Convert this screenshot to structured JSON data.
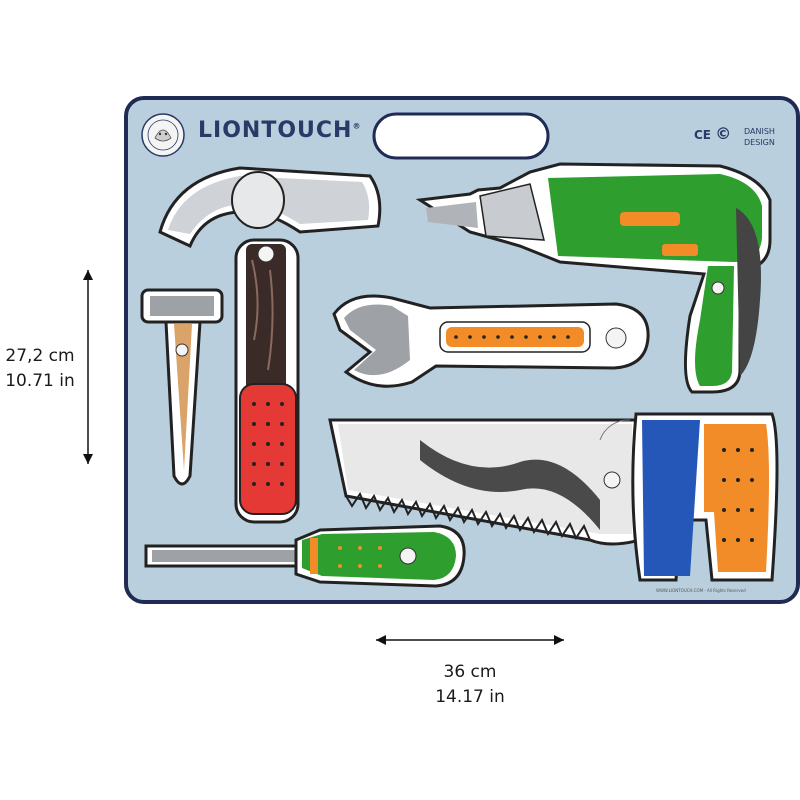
{
  "product": {
    "brand": "LIONTOUCH",
    "registered_mark": "®",
    "certification": "CE",
    "copyright_mark": "©",
    "design_origin": "DANISH DESIGN",
    "fine_print": "WWW.LIONTOUCH.COM · All Rights Reserved"
  },
  "dimensions": {
    "width_cm": "36 cm",
    "width_in": "14.17 in",
    "height_cm": "27,2 cm",
    "height_in": "10.71 in"
  },
  "tools": [
    {
      "name": "hammer",
      "handle_color": "#e53935"
    },
    {
      "name": "drill",
      "body_color": "#2e9e2e"
    },
    {
      "name": "wrench"
    },
    {
      "name": "nail"
    },
    {
      "name": "saw",
      "handle_color": "#f28c28",
      "guard_color": "#2457b8"
    },
    {
      "name": "screwdriver",
      "handle_color": "#2e9e2e"
    }
  ],
  "colors": {
    "board_fill": "#b9cfdd",
    "board_border": "#1f2b55",
    "brand_text": "#2a3a66"
  }
}
